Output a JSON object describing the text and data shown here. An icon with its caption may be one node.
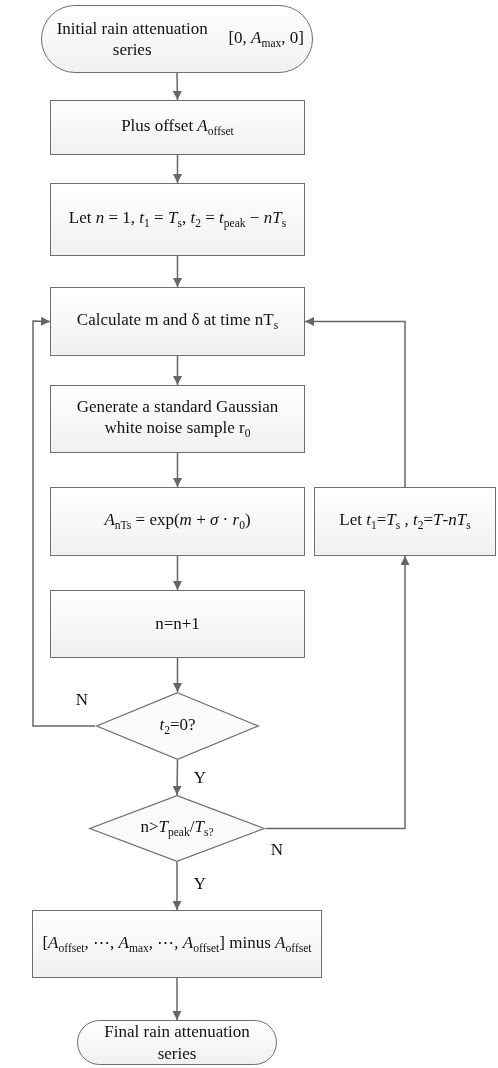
{
  "diagram": {
    "nodes": [
      {
        "text": [
          "Initial rain attenuation series",
          "[0, *A*$_{max}$, 0]"
        ]
      },
      {
        "text": [
          "Plus offset *A*$_{offset}$"
        ]
      },
      {
        "text": [
          "Let *n* = 1, *t*$_{1}$ = *T*$_{s}$, *t*$_{2}$ = *t*$_{peak}$ − *nT*$_{s}$"
        ]
      },
      {
        "text": [
          "Calculate m and δ at time nT$_{s}$"
        ]
      },
      {
        "text": [
          "Generate a standard Gaussian white noise sample r$_{0}$"
        ]
      },
      {
        "text": [
          "*A*$_{nTs}$ = exp(*m* + *σ* · *r*$_{0}$)"
        ]
      },
      {
        "text": [
          "n=n+1"
        ]
      },
      {
        "text": [
          "*t*$_{2}$=0?"
        ]
      },
      {
        "text": [
          "n>*T*$_{peak}$/*T*$_{s?}$"
        ]
      },
      {
        "text": [
          "Let *t*$_{1}$=*T*$_{s}$ , *t*$_{2}$=*T*-*nT*$_{s}$"
        ]
      },
      {
        "text": [
          "[*A*$_{offset}$, ⋯, *A*$_{max}$, ⋯, *A*$_{offset}$] minus *A*$_{offset}$"
        ]
      },
      {
        "text": [
          "Final rain attenuation series"
        ]
      }
    ],
    "edges": [
      {
        "from": 0,
        "to": 1,
        "arrow": "to"
      },
      {
        "from": 1,
        "to": 2,
        "arrow": "to"
      },
      {
        "from": 2,
        "to": 3,
        "arrow": "to"
      },
      {
        "from": 3,
        "to": 4,
        "arrow": "to"
      },
      {
        "from": 4,
        "to": 5,
        "arrow": "to"
      },
      {
        "from": 5,
        "to": 6,
        "arrow": "to"
      },
      {
        "from": 6,
        "to": 7,
        "arrow": "to"
      },
      {
        "from": 7,
        "to": 3,
        "arrow": "to",
        "label": "N"
      },
      {
        "from": 7,
        "to": 8,
        "arrow": "to",
        "label": "Y"
      },
      {
        "from": 8,
        "to": 10,
        "arrow": "to",
        "label": "Y"
      },
      {
        "from": 8,
        "to": 9,
        "arrow": "to",
        "label": "N"
      },
      {
        "from": 9,
        "to": 3,
        "arrow": "to"
      },
      {
        "from": 10,
        "to": 11,
        "arrow": "to"
      }
    ]
  }
}
